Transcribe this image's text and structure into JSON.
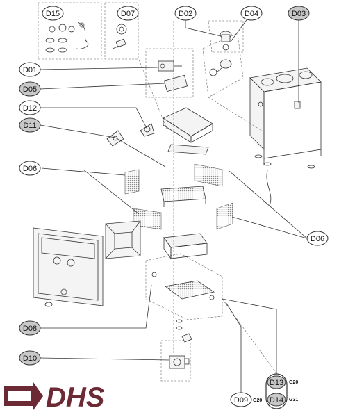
{
  "labels": {
    "d01": "D01",
    "d02": "D02",
    "d03": "D03",
    "d04": "D04",
    "d05": "D05",
    "d06a": "D06",
    "d06b": "D06",
    "d07": "D07",
    "d08": "D08",
    "d09": "D09",
    "d10": "D10",
    "d11": "D11",
    "d12": "D12",
    "d13": "D13",
    "d14": "D14",
    "d15": "D15"
  },
  "gas_codes": {
    "d09": "G20",
    "d13": "G20",
    "d14": "G31"
  },
  "logo": {
    "text": "DHS",
    "color": "#6b2a34"
  },
  "colors": {
    "label_plain": "#ffffff",
    "label_shaded": "#c8c8c8",
    "stroke": "#333333",
    "mesh": "#9a9a9a"
  },
  "icons": [
    "logo-arrow-icon"
  ]
}
